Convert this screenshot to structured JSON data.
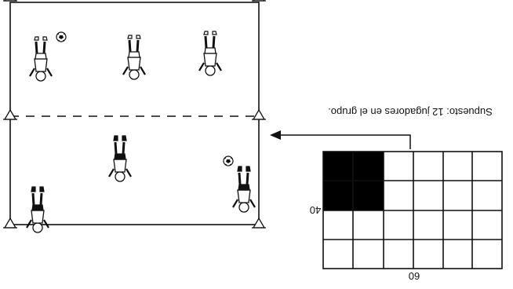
{
  "caption": "Supuesto: 12 jugadores en el grupo.",
  "grid": {
    "width_label": "60",
    "height_label": "40",
    "columns": 6,
    "rows": 4,
    "filled_block": "2 x 2"
  },
  "field": {
    "players_top_half": 3,
    "players_bottom_half": 3,
    "balls": 2,
    "cones": 6,
    "divider": "dashed"
  },
  "colors": {
    "line": "#111111",
    "fill": "#000000",
    "background": "#ffffff"
  }
}
